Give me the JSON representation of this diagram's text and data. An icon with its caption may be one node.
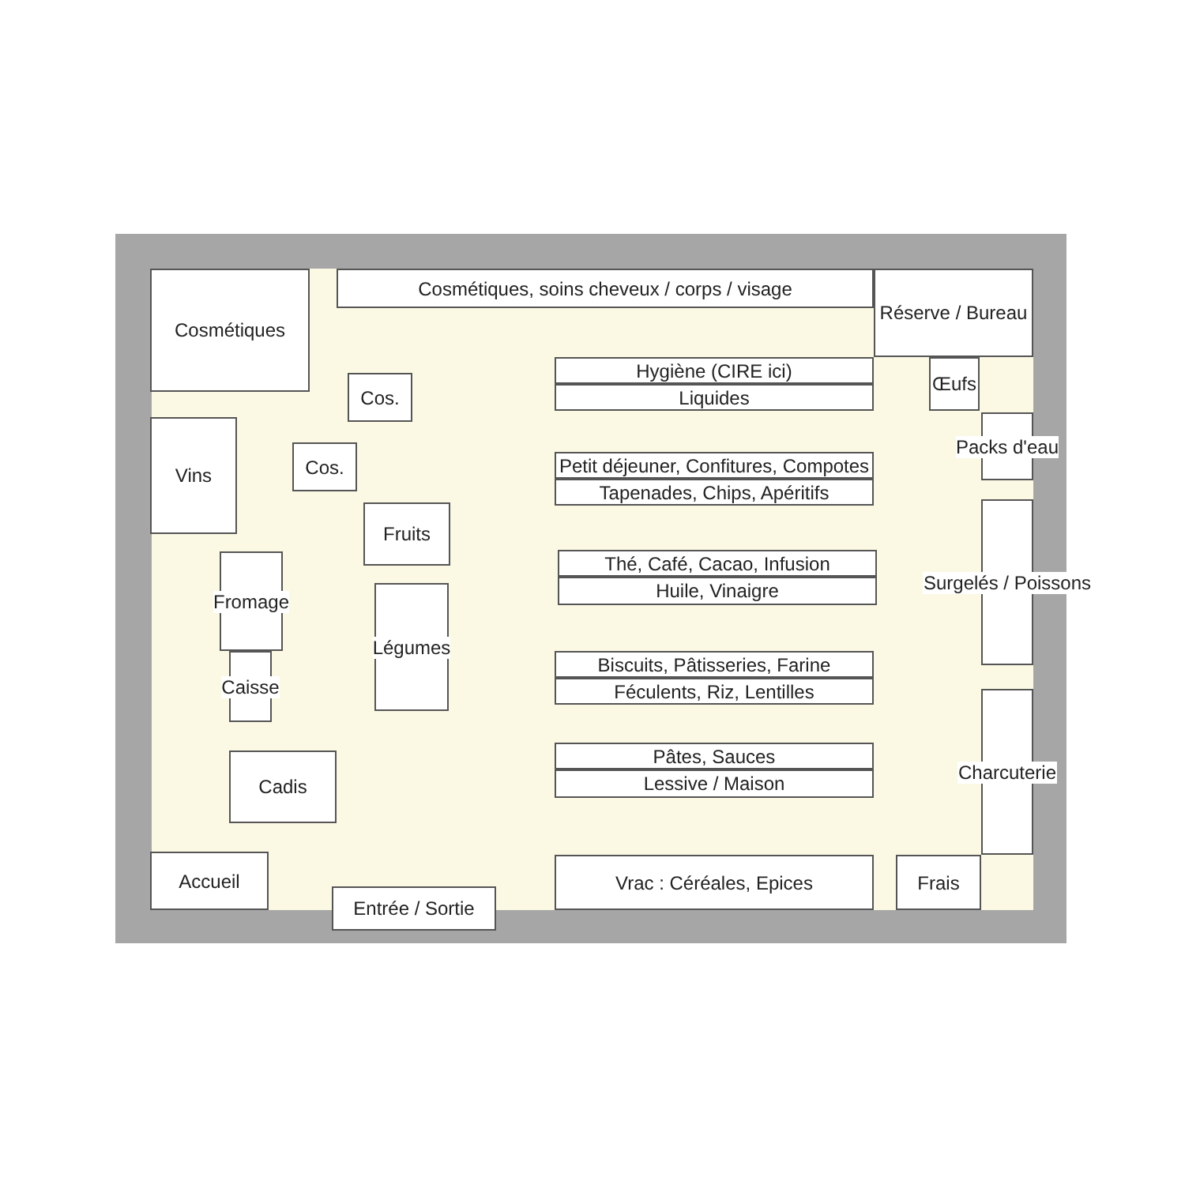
{
  "diagram": {
    "nodes": [
      {
        "text": [
          "Cosmétiques"
        ]
      },
      {
        "text": [
          "Cosmétiques, soins cheveux / corps / visage"
        ]
      },
      {
        "text": [
          "Réserve / Bureau"
        ]
      },
      {
        "text": [
          "Cos."
        ]
      },
      {
        "text": [
          "Hygiène (CIRE ici)"
        ]
      },
      {
        "text": [
          "Liquides"
        ]
      },
      {
        "text": [
          "Œufs"
        ]
      },
      {
        "text": [
          "Vins"
        ]
      },
      {
        "text": [
          "Cos."
        ]
      },
      {
        "text": [
          "Packs d'eau"
        ]
      },
      {
        "text": [
          "Petit déjeuner, Confitures, Compotes"
        ]
      },
      {
        "text": [
          "Tapenades, Chips, Apéritifs"
        ]
      },
      {
        "text": [
          "Fruits"
        ]
      },
      {
        "text": [
          "Fromage"
        ]
      },
      {
        "text": [
          "Légumes"
        ]
      },
      {
        "text": [
          "Thé, Café, Cacao, Infusion"
        ]
      },
      {
        "text": [
          "Huile, Vinaigre"
        ]
      },
      {
        "text": [
          "Surgelés / Poissons"
        ]
      },
      {
        "text": [
          "Caisse"
        ]
      },
      {
        "text": [
          "Biscuits, Pâtisseries, Farine"
        ]
      },
      {
        "text": [
          "Féculents, Riz, Lentilles"
        ]
      },
      {
        "text": [
          "Charcuterie"
        ]
      },
      {
        "text": [
          "Pâtes, Sauces"
        ]
      },
      {
        "text": [
          "Lessive / Maison"
        ]
      },
      {
        "text": [
          "Cadis"
        ]
      },
      {
        "text": [
          "Accueil"
        ]
      },
      {
        "text": [
          "Vrac : Céréales, Epices"
        ]
      },
      {
        "text": [
          "Frais"
        ]
      },
      {
        "text": [
          "Entrée / Sortie"
        ]
      }
    ]
  }
}
